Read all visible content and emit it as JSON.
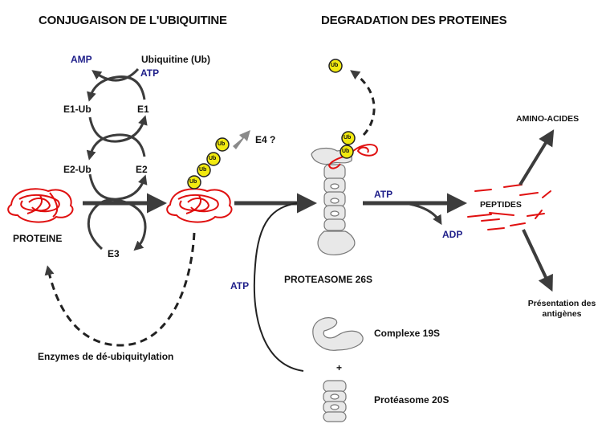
{
  "titles": {
    "left": "CONJUGAISON DE L'UBIQUITINE",
    "right": "DEGRADATION DES PROTEINES"
  },
  "conjugation": {
    "amp": "AMP",
    "ubiquitin": "Ubiquitine (Ub)",
    "atp": "ATP",
    "e1_ub": "E1-Ub",
    "e1": "E1",
    "e2_ub": "E2-Ub",
    "e2": "E2",
    "e3": "E3",
    "protein": "PROTEINE",
    "e4": "E4 ?",
    "deubiquitylation": "Enzymes de dé-ubiquitylation",
    "ub_tag": "Ub"
  },
  "degradation": {
    "atp_left": "ATP",
    "proteasome_26s": "PROTEASOME 26S",
    "complex_19s": "Complexe 19S",
    "plus": "+",
    "proteasome_20s": "Protéasome 20S",
    "atp_right": "ATP",
    "adp": "ADP",
    "peptides": "PEPTIDES",
    "amino_acids": "AMINO-ACIDES",
    "antigen_line1": "Présentation des",
    "antigen_line2": "antigènes"
  },
  "colors": {
    "arrow": "#3c3c3c",
    "protein": "#e01010",
    "ubiquitin_fill": "#f2ea10",
    "cofactor_text": "#1f1f8a",
    "e4_arrow": "#8a8a8a"
  }
}
